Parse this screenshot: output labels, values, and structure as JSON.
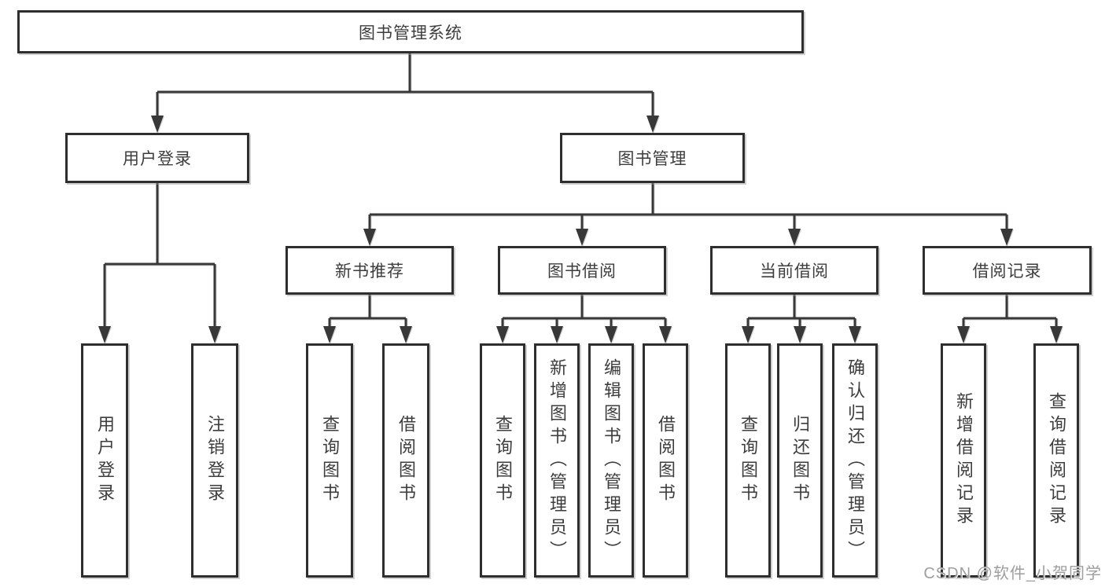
{
  "tree": {
    "root": "图书管理系统",
    "level2": [
      {
        "label": "用户登录"
      },
      {
        "label": "图书管理"
      }
    ],
    "level3": [
      {
        "label": "新书推荐"
      },
      {
        "label": "图书借阅"
      },
      {
        "label": "当前借阅"
      },
      {
        "label": "借阅记录"
      }
    ],
    "leaves": {
      "user_login": [
        {
          "label": "用户登录"
        },
        {
          "label": "注销登录"
        }
      ],
      "new_book": [
        {
          "label": "查询图书"
        },
        {
          "label": "借阅图书"
        }
      ],
      "book_borrow": [
        {
          "label": "查询图书"
        },
        {
          "label": "新增图书（管理员）"
        },
        {
          "label": "编辑图书（管理员）"
        },
        {
          "label": "借阅图书"
        }
      ],
      "current_borrow": [
        {
          "label": "查询图书"
        },
        {
          "label": "归还图书"
        },
        {
          "label": "确认归还（管理员）"
        }
      ],
      "borrow_record": [
        {
          "label": "新增借阅记录"
        },
        {
          "label": "查询借阅记录"
        }
      ]
    }
  },
  "watermark": "CSDN @软件_小贺同学",
  "colors": {
    "line": "#383838",
    "box-border": "#2e2e2e",
    "text": "#3d3d3d",
    "watermark": "#9e9e9e",
    "bg": "#ffffff"
  }
}
